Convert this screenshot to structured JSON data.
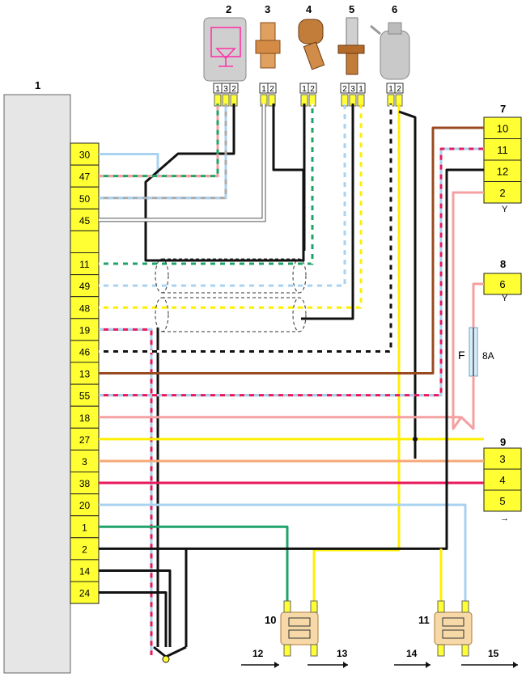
{
  "ecu": {
    "label": "1",
    "pins": [
      "30",
      "47",
      "50",
      "45",
      "",
      "11",
      "49",
      "48",
      "19",
      "46",
      "13",
      "55",
      "18",
      "27",
      "3",
      "38",
      "20",
      "1",
      "2",
      "14",
      "24"
    ]
  },
  "components": [
    {
      "label": "2",
      "pins": [
        "1",
        "3",
        "2"
      ]
    },
    {
      "label": "3",
      "pins": [
        "1",
        "2"
      ]
    },
    {
      "label": "4",
      "pins": [
        "1",
        "2"
      ]
    },
    {
      "label": "5",
      "pins": [
        "2",
        "3",
        "1"
      ]
    },
    {
      "label": "6",
      "pins": [
        "1",
        "2"
      ]
    }
  ],
  "connector7": {
    "label": "7",
    "pins": [
      "10",
      "11",
      "12",
      "2"
    ],
    "glyph": "Y"
  },
  "connector8": {
    "label": "8",
    "pins": [
      "6"
    ],
    "glyph": "Y"
  },
  "connector9": {
    "label": "9",
    "pins": [
      "3",
      "4",
      "5"
    ],
    "glyph": "→"
  },
  "fuse": {
    "letter": "F",
    "rating": "8A"
  },
  "relays": [
    {
      "label": "10"
    },
    {
      "label": "11"
    }
  ],
  "outputs": [
    "12",
    "13",
    "14",
    "15"
  ],
  "colors": {
    "ecu_body": "#e6e6e6",
    "connector": "#ffff33",
    "black": "#111111",
    "blue": "#a9d2f0",
    "green": "#1fa36a",
    "yellow": "#ffee00",
    "brown": "#9a4a1f",
    "red": "#e8185a",
    "pink": "#f5a0a0",
    "orange": "#f7a877",
    "gray": "#aaaaaa",
    "magenta": "#ee2299"
  }
}
